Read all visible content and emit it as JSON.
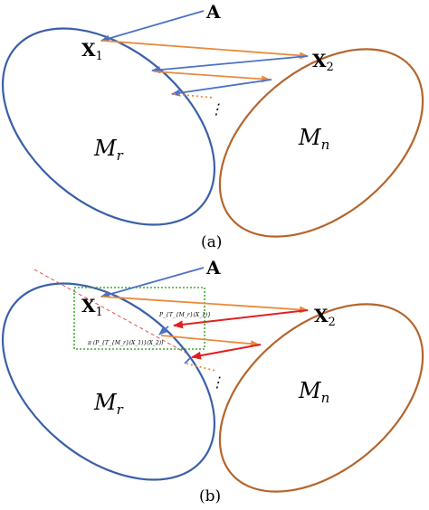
{
  "colors": {
    "manifold_r": "#3a5fa8",
    "manifold_n": "#b5652b",
    "blue_arrow": "#4a72c4",
    "orange_arrow": "#ea8a3c",
    "red_arrow": "#e02020",
    "box": "#44aa33",
    "tangent": "#e05050"
  },
  "panel_a": {
    "label_A": "A",
    "label_X1_base": "X",
    "label_X1_sub": "1",
    "label_X2_base": "X",
    "label_X2_sub": "2",
    "label_Mr_base": "M",
    "label_Mr_sub": "r",
    "label_Mn_base": "M",
    "label_Mn_sub": "n",
    "ellipsis": "⋮",
    "caption": "(a)"
  },
  "panel_b": {
    "label_A": "A",
    "label_X1_base": "X",
    "label_X1_sub": "1",
    "label_X2_base": "X",
    "label_X2_sub": "2",
    "label_Mr_base": "M",
    "label_Mr_sub": "r",
    "label_Mn_base": "M",
    "label_Mn_sub": "n",
    "ellipsis": "⋮",
    "annot_upper": "P_{T_{M_r}(X_1)}",
    "annot_lower": "π (P_{T_{M_r}(X_1)}(X_2))",
    "caption": "(b)"
  }
}
